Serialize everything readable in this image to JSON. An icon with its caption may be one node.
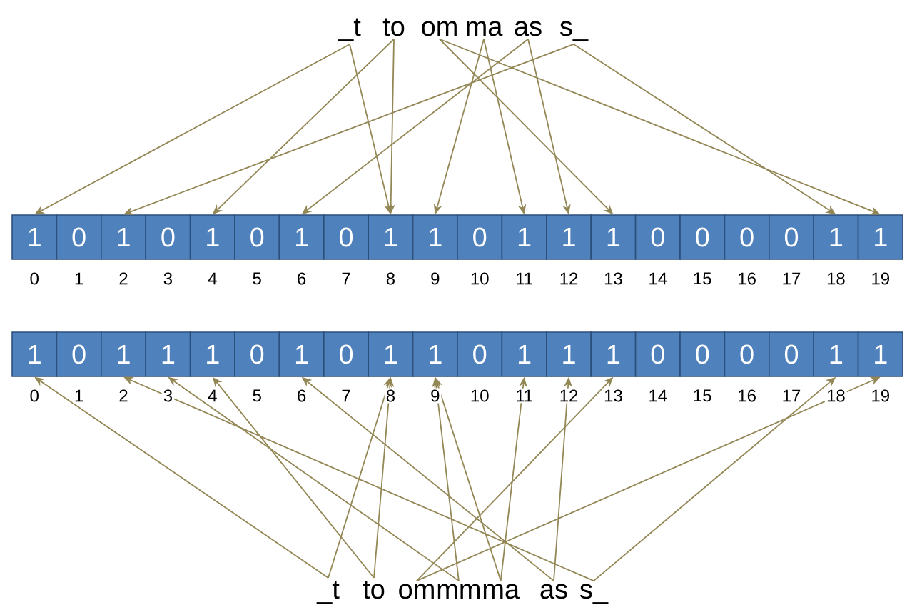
{
  "diagram": {
    "nodes": [
      {
        "text": [
          "_t"
        ]
      },
      {
        "text": [
          "to"
        ]
      },
      {
        "text": [
          "om"
        ]
      },
      {
        "text": [
          "ma"
        ]
      },
      {
        "text": [
          "as"
        ]
      },
      {
        "text": [
          "s_"
        ]
      },
      {
        "text": [
          "1"
        ],
        "beside": [
          "0"
        ]
      },
      {
        "text": [
          "0"
        ],
        "beside": [
          "1"
        ]
      },
      {
        "text": [
          "1"
        ],
        "beside": [
          "2"
        ]
      },
      {
        "text": [
          "0"
        ],
        "beside": [
          "3"
        ]
      },
      {
        "text": [
          "1"
        ],
        "beside": [
          "4"
        ]
      },
      {
        "text": [
          "0"
        ],
        "beside": [
          "5"
        ]
      },
      {
        "text": [
          "1"
        ],
        "beside": [
          "6"
        ]
      },
      {
        "text": [
          "0"
        ],
        "beside": [
          "7"
        ]
      },
      {
        "text": [
          "1"
        ],
        "beside": [
          "8"
        ]
      },
      {
        "text": [
          "1"
        ],
        "beside": [
          "9"
        ]
      },
      {
        "text": [
          "0"
        ],
        "beside": [
          "10"
        ]
      },
      {
        "text": [
          "1"
        ],
        "beside": [
          "11"
        ]
      },
      {
        "text": [
          "1"
        ],
        "beside": [
          "12"
        ]
      },
      {
        "text": [
          "1"
        ],
        "beside": [
          "13"
        ]
      },
      {
        "text": [
          "0"
        ],
        "beside": [
          "14"
        ]
      },
      {
        "text": [
          "0"
        ],
        "beside": [
          "15"
        ]
      },
      {
        "text": [
          "0"
        ],
        "beside": [
          "16"
        ]
      },
      {
        "text": [
          "0"
        ],
        "beside": [
          "17"
        ]
      },
      {
        "text": [
          "1"
        ],
        "beside": [
          "18"
        ]
      },
      {
        "text": [
          "1"
        ],
        "beside": [
          "19"
        ]
      },
      {
        "text": [
          "1"
        ],
        "beside": [
          "0"
        ]
      },
      {
        "text": [
          "0"
        ],
        "beside": [
          "1"
        ]
      },
      {
        "text": [
          "1"
        ],
        "beside": [
          "2"
        ]
      },
      {
        "text": [
          "1"
        ],
        "beside": [
          "3"
        ]
      },
      {
        "text": [
          "1"
        ],
        "beside": [
          "4"
        ]
      },
      {
        "text": [
          "0"
        ],
        "beside": [
          "5"
        ]
      },
      {
        "text": [
          "1"
        ],
        "beside": [
          "6"
        ]
      },
      {
        "text": [
          "0"
        ],
        "beside": [
          "7"
        ]
      },
      {
        "text": [
          "1"
        ],
        "beside": [
          "8"
        ]
      },
      {
        "text": [
          "1"
        ],
        "beside": [
          "9"
        ]
      },
      {
        "text": [
          "0"
        ],
        "beside": [
          "10"
        ]
      },
      {
        "text": [
          "1"
        ],
        "beside": [
          "11"
        ]
      },
      {
        "text": [
          "1"
        ],
        "beside": [
          "12"
        ]
      },
      {
        "text": [
          "1"
        ],
        "beside": [
          "13"
        ]
      },
      {
        "text": [
          "0"
        ],
        "beside": [
          "14"
        ]
      },
      {
        "text": [
          "0"
        ],
        "beside": [
          "15"
        ]
      },
      {
        "text": [
          "0"
        ],
        "beside": [
          "16"
        ]
      },
      {
        "text": [
          "0"
        ],
        "beside": [
          "17"
        ]
      },
      {
        "text": [
          "1"
        ],
        "beside": [
          "18"
        ]
      },
      {
        "text": [
          "1"
        ],
        "beside": [
          "19"
        ]
      },
      {
        "text": [
          "_t"
        ]
      },
      {
        "text": [
          "to"
        ]
      },
      {
        "text": [
          "om"
        ]
      },
      {
        "text": [
          "mm"
        ]
      },
      {
        "text": [
          "ma"
        ]
      },
      {
        "text": [
          "as"
        ]
      },
      {
        "text": [
          "s_"
        ]
      }
    ],
    "edges": [
      {
        "from": 0,
        "to": 6,
        "arrow": "to"
      },
      {
        "from": 0,
        "to": 14,
        "arrow": "to"
      },
      {
        "from": 1,
        "to": 10,
        "arrow": "to"
      },
      {
        "from": 1,
        "to": 14,
        "arrow": "to"
      },
      {
        "from": 2,
        "to": 19,
        "arrow": "to"
      },
      {
        "from": 2,
        "to": 25,
        "arrow": "to"
      },
      {
        "from": 3,
        "to": 15,
        "arrow": "to"
      },
      {
        "from": 3,
        "to": 17,
        "arrow": "to"
      },
      {
        "from": 4,
        "to": 12,
        "arrow": "to"
      },
      {
        "from": 4,
        "to": 18,
        "arrow": "to"
      },
      {
        "from": 5,
        "to": 8,
        "arrow": "to"
      },
      {
        "from": 5,
        "to": 24,
        "arrow": "to"
      },
      {
        "from": 46,
        "to": 26,
        "arrow": "to"
      },
      {
        "from": 46,
        "to": 34,
        "arrow": "to"
      },
      {
        "from": 47,
        "to": 30,
        "arrow": "to"
      },
      {
        "from": 47,
        "to": 34,
        "arrow": "to"
      },
      {
        "from": 48,
        "to": 39,
        "arrow": "to"
      },
      {
        "from": 48,
        "to": 45,
        "arrow": "to"
      },
      {
        "from": 49,
        "to": 29,
        "arrow": "to"
      },
      {
        "from": 49,
        "to": 35,
        "arrow": "to"
      },
      {
        "from": 50,
        "to": 35,
        "arrow": "to"
      },
      {
        "from": 50,
        "to": 37,
        "arrow": "to"
      },
      {
        "from": 51,
        "to": 32,
        "arrow": "to"
      },
      {
        "from": 51,
        "to": 38,
        "arrow": "to"
      },
      {
        "from": 52,
        "to": 28,
        "arrow": "to"
      },
      {
        "from": 52,
        "to": 44,
        "arrow": "to"
      }
    ]
  }
}
